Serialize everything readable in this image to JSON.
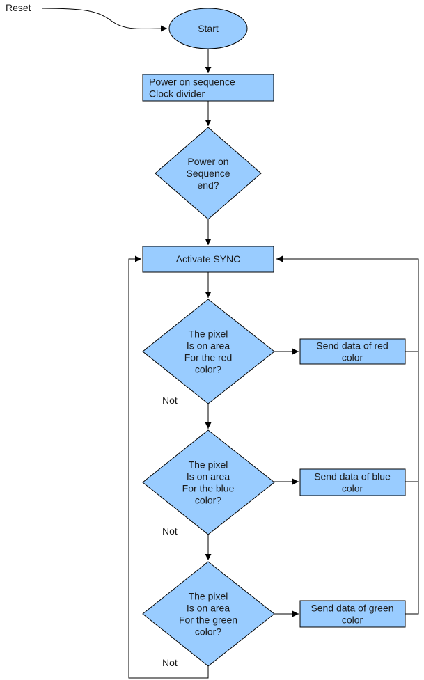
{
  "colors": {
    "node_fill": "#99ccff",
    "stroke": "#000000",
    "background": "#ffffff"
  },
  "reset_label": "Reset",
  "nodes": {
    "start": {
      "lines": [
        "Start"
      ]
    },
    "power_seq": {
      "lines": [
        "Power on sequence",
        "Clock divider"
      ]
    },
    "power_end": {
      "lines": [
        "Power on",
        "Sequence",
        "end?"
      ]
    },
    "activate_sync": {
      "lines": [
        "Activate SYNC"
      ]
    },
    "red_decision": {
      "lines": [
        "The pixel",
        "Is on area",
        "For the red",
        "color?"
      ]
    },
    "red_send": {
      "lines": [
        "Send data of red",
        "color"
      ]
    },
    "blue_decision": {
      "lines": [
        "The pixel",
        "Is on area",
        "For the blue",
        "color?"
      ]
    },
    "blue_send": {
      "lines": [
        "Send data of blue",
        "color"
      ]
    },
    "green_decision": {
      "lines": [
        "The pixel",
        "Is on area",
        "For the green",
        "color?"
      ]
    },
    "green_send": {
      "lines": [
        "Send data of green",
        "color"
      ]
    }
  },
  "edge_labels": {
    "red_not": "Not",
    "blue_not": "Not",
    "green_not": "Not"
  }
}
